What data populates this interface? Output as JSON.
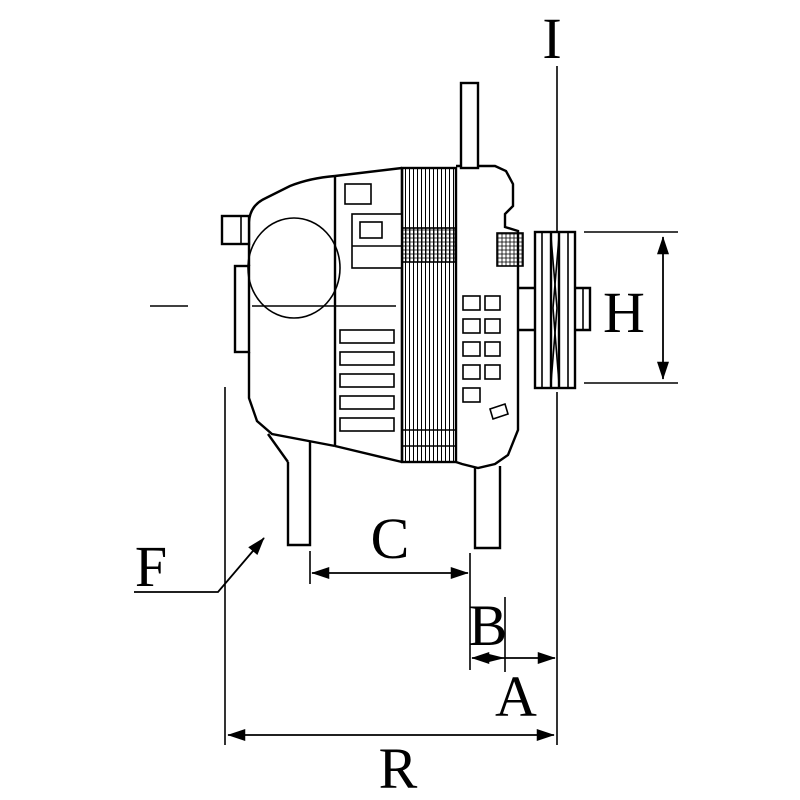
{
  "diagram": {
    "background": "#ffffff",
    "line_color": "#000000",
    "labels": {
      "i": "I",
      "h": "H",
      "f": "F",
      "c": "C",
      "b": "B",
      "a": "A",
      "r": "R"
    }
  }
}
